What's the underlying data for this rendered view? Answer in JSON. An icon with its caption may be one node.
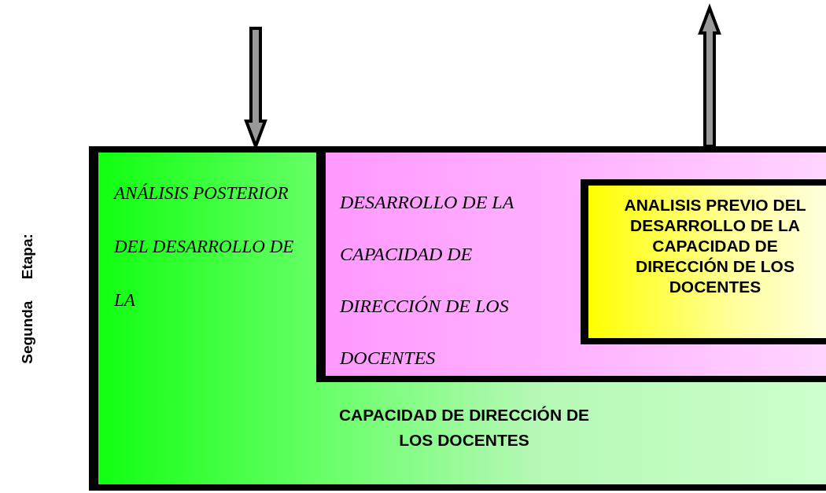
{
  "diagram": {
    "nodes": [
      {
        "text": [
          "ANÁLISIS POSTERIOR DEL DESARROLLO DE LA",
          "CAPACIDAD DE DIRECCIÓN DE LOS DOCENTES"
        ]
      },
      {
        "text": [
          "DESARROLLO DE LA CAPACIDAD DE DIRECCIÓN DE LOS DOCENTES"
        ],
        "in": 0
      },
      {
        "text": [
          "ANALISIS PREVIO DEL DESARROLLO DE LA CAPACIDAD DE DIRECCIÓN DE LOS DOCENTES"
        ],
        "in": 1
      }
    ],
    "edges": [
      {
        "from": null,
        "to": 0,
        "arrow": "to"
      },
      {
        "from": 1,
        "to": null,
        "arrow": "to"
      }
    ],
    "labels": [
      "Segunda Etapa:"
    ]
  }
}
